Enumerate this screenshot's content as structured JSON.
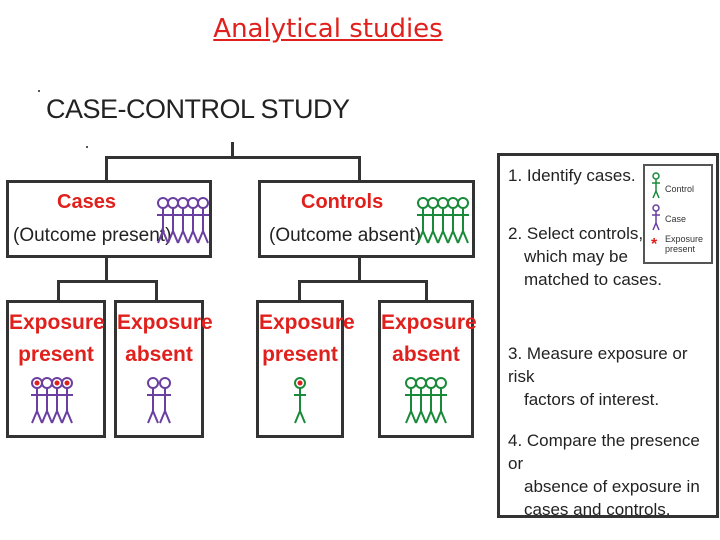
{
  "slide": {
    "title": "Analytical studies"
  },
  "diagram": {
    "title": "CASE-CONTROL STUDY",
    "cases": {
      "label": "Cases",
      "sub": "(Outcome present)"
    },
    "controls": {
      "label": "Controls",
      "sub": "(Outcome absent)"
    },
    "outcomes": [
      {
        "line1": "Exposure",
        "line2": "present"
      },
      {
        "line1": "Exposure",
        "line2": "absent"
      },
      {
        "line1": "Exposure",
        "line2": "present"
      },
      {
        "line1": "Exposure",
        "line2": "absent"
      }
    ],
    "colors": {
      "case": "#6a3fa0",
      "control": "#1a8a3a",
      "exposure": "#e0201c",
      "heading": "#e0201c"
    }
  },
  "steps": [
    {
      "line1": "1. Identify cases.",
      "line2": "",
      "line3": ""
    },
    {
      "line1": "2. Select controls,",
      "line2": "which may be",
      "line3": "matched to cases."
    },
    {
      "line1": "3. Measure exposure or risk",
      "line2": "factors of interest.",
      "line3": ""
    },
    {
      "line1": "4. Compare the presence or",
      "line2": "absence of exposure in",
      "line3": "cases and controls."
    }
  ],
  "legend": {
    "control": "Control",
    "case": "Case",
    "exposure_line1": "Exposure",
    "exposure_line2": "present",
    "exposure_mark": "*"
  }
}
